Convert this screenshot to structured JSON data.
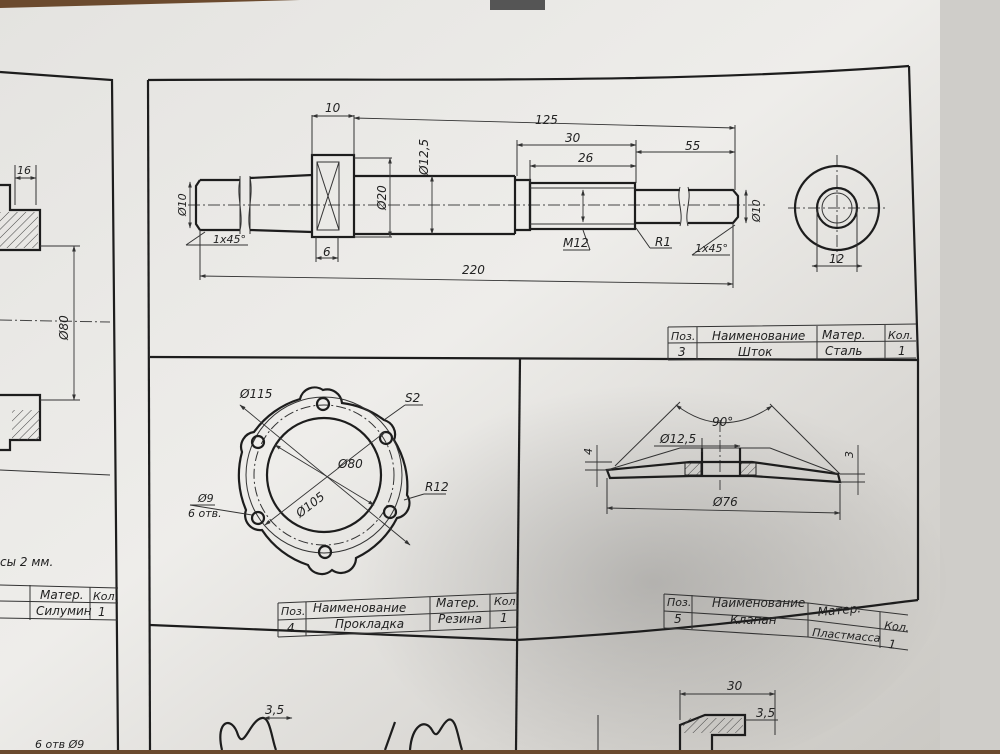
{
  "left_panel": {
    "dims": {
      "width": "16",
      "dia": "Ø80"
    },
    "note": "сы 2 мм.",
    "table": {
      "headers": [
        "",
        "Матер.",
        "Кол."
      ],
      "row": [
        "",
        "Силумин",
        "1"
      ]
    },
    "bottom_note": "6 отв Ø9"
  },
  "shaft": {
    "dims": {
      "flange_len": "10",
      "total_right": "125",
      "thread_len": "30",
      "thread_body": "26",
      "end_len": "55",
      "dia_10_left": "Ø10",
      "chamfer_left": "1x45°",
      "dia_12_5": "Ø12,5",
      "dia_20": "Ø20",
      "flange_w": "6",
      "total": "220",
      "thread": "M12",
      "radius": "R1",
      "chamfer_right": "1x45°",
      "dia_10_right": "Ø10",
      "end_view_dia": "12"
    },
    "table": {
      "headers": [
        "Поз.",
        "Наименование",
        "Матер.",
        "Кол."
      ],
      "row": [
        "3",
        "Шток",
        "Сталь",
        "1"
      ]
    }
  },
  "gasket": {
    "dims": {
      "outer": "Ø115",
      "radius_s": "S2",
      "inner": "Ø80",
      "holes": "Ø9",
      "holes_count": "6 отв.",
      "bolt_circle": "Ø105",
      "radius": "R12"
    },
    "table": {
      "headers": [
        "Поз.",
        "Наименование",
        "Матер.",
        "Кол."
      ],
      "row": [
        "4",
        "Прокладка",
        "Резина",
        "1"
      ]
    }
  },
  "valve": {
    "dims": {
      "angle": "90°",
      "inner": "Ø12,5",
      "height_left": "4",
      "height_right": "3",
      "outer": "Ø76"
    },
    "table": {
      "headers": [
        "Поз.",
        "Наименование",
        "Матер.",
        "Кол."
      ],
      "row": [
        "5",
        "Клапан",
        "Пластмасса",
        "1"
      ]
    }
  },
  "bottom": {
    "spring_pitch": "3,5",
    "part_len": "30",
    "part_thick": "3,5"
  }
}
